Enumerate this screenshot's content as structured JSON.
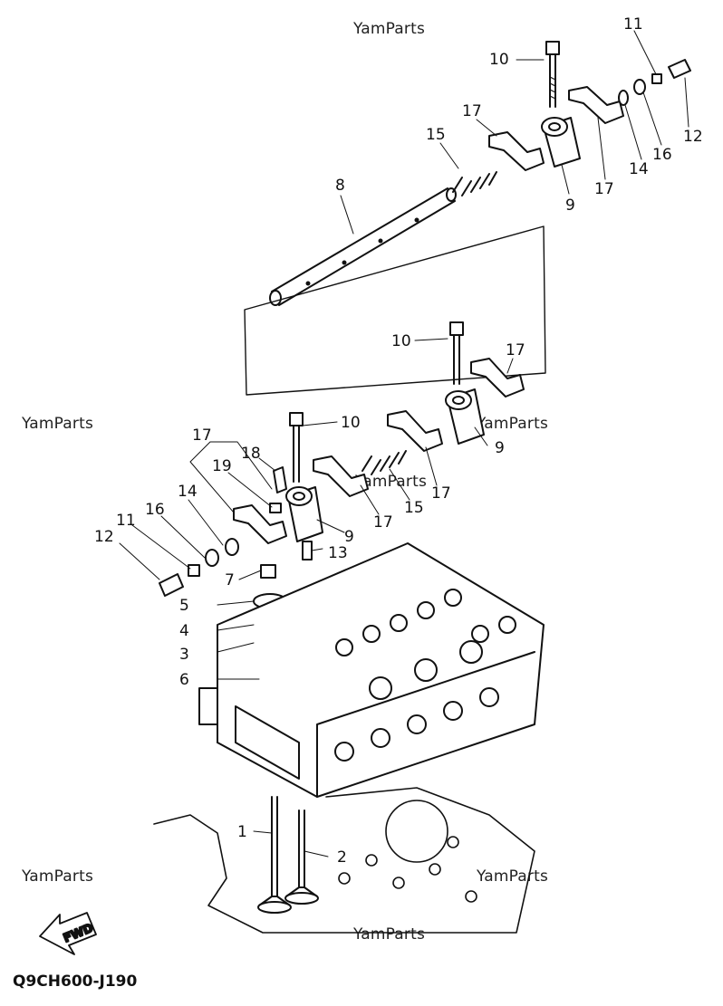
{
  "watermark": "YamParts",
  "diagram_code": "Q9CH600-J190",
  "fwd_label": "FWD",
  "callouts": {
    "c1": "1",
    "c2": "2",
    "c3": "3",
    "c4": "4",
    "c5": "5",
    "c6": "6",
    "c7": "7",
    "c8": "8",
    "c9a": "9",
    "c9b": "9",
    "c9c": "9",
    "c10a": "10",
    "c10b": "10",
    "c10c": "10",
    "c11a": "11",
    "c11b": "11",
    "c12a": "12",
    "c12b": "12",
    "c13": "13",
    "c14a": "14",
    "c14b": "14",
    "c15a": "15",
    "c15b": "15",
    "c16a": "16",
    "c16b": "16",
    "c17a": "17",
    "c17b": "17",
    "c17c": "17",
    "c17d": "17",
    "c17e": "17",
    "c17f": "17",
    "c18": "18",
    "c19": "19"
  }
}
